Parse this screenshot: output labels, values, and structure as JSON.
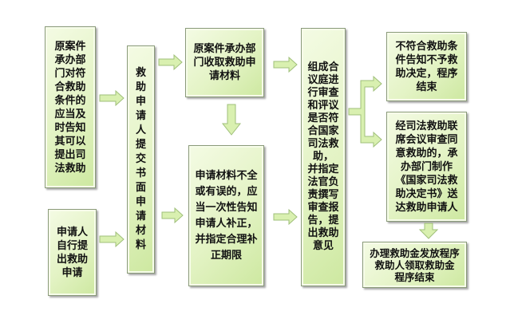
{
  "boxes": {
    "notify_eligible": "原案件\n承办部\n门对符\n合救助\n条件的\n应当及\n时告知\n其可以\n提出司\n法救助",
    "self_apply": "申请人\n自行提\n出救助\n申请",
    "submit_materials": "救\n助\n申\n请\n人\n提\n交\n书\n面\n申\n请\n材\n料",
    "collect_materials": "原案件承办部\n门收取救助申\n请材料",
    "incomplete_materials": "申请材料不全\n或有误的，应\n当一次性告知\n申请人补正，\n并指定合理补\n正期限",
    "panel_review": "组成合\n议庭进\n行审查\n和评议\n是否符\n合国家\n司法救\n助，\n并指定\n法官负\n责撰写\n审查报\n告，提\n出救助\n意见",
    "not_eligible": "不符合救助条\n件告知不予救\n助决定，程序\n结束",
    "approved": "经司法救助联\n席会议审查同\n意救助的，承\n办部门制作\n《国家司法救\n助决定书》送\n达救助申请人",
    "payment": "办理救助金发放程序\n救助人领取救助金\n程序结束"
  },
  "colors": {
    "fill": "#e3f3c4",
    "border": "#8a9a7a",
    "arrow_fill": "#d9f0b0",
    "arrow_stroke": "#9fbf7a"
  }
}
